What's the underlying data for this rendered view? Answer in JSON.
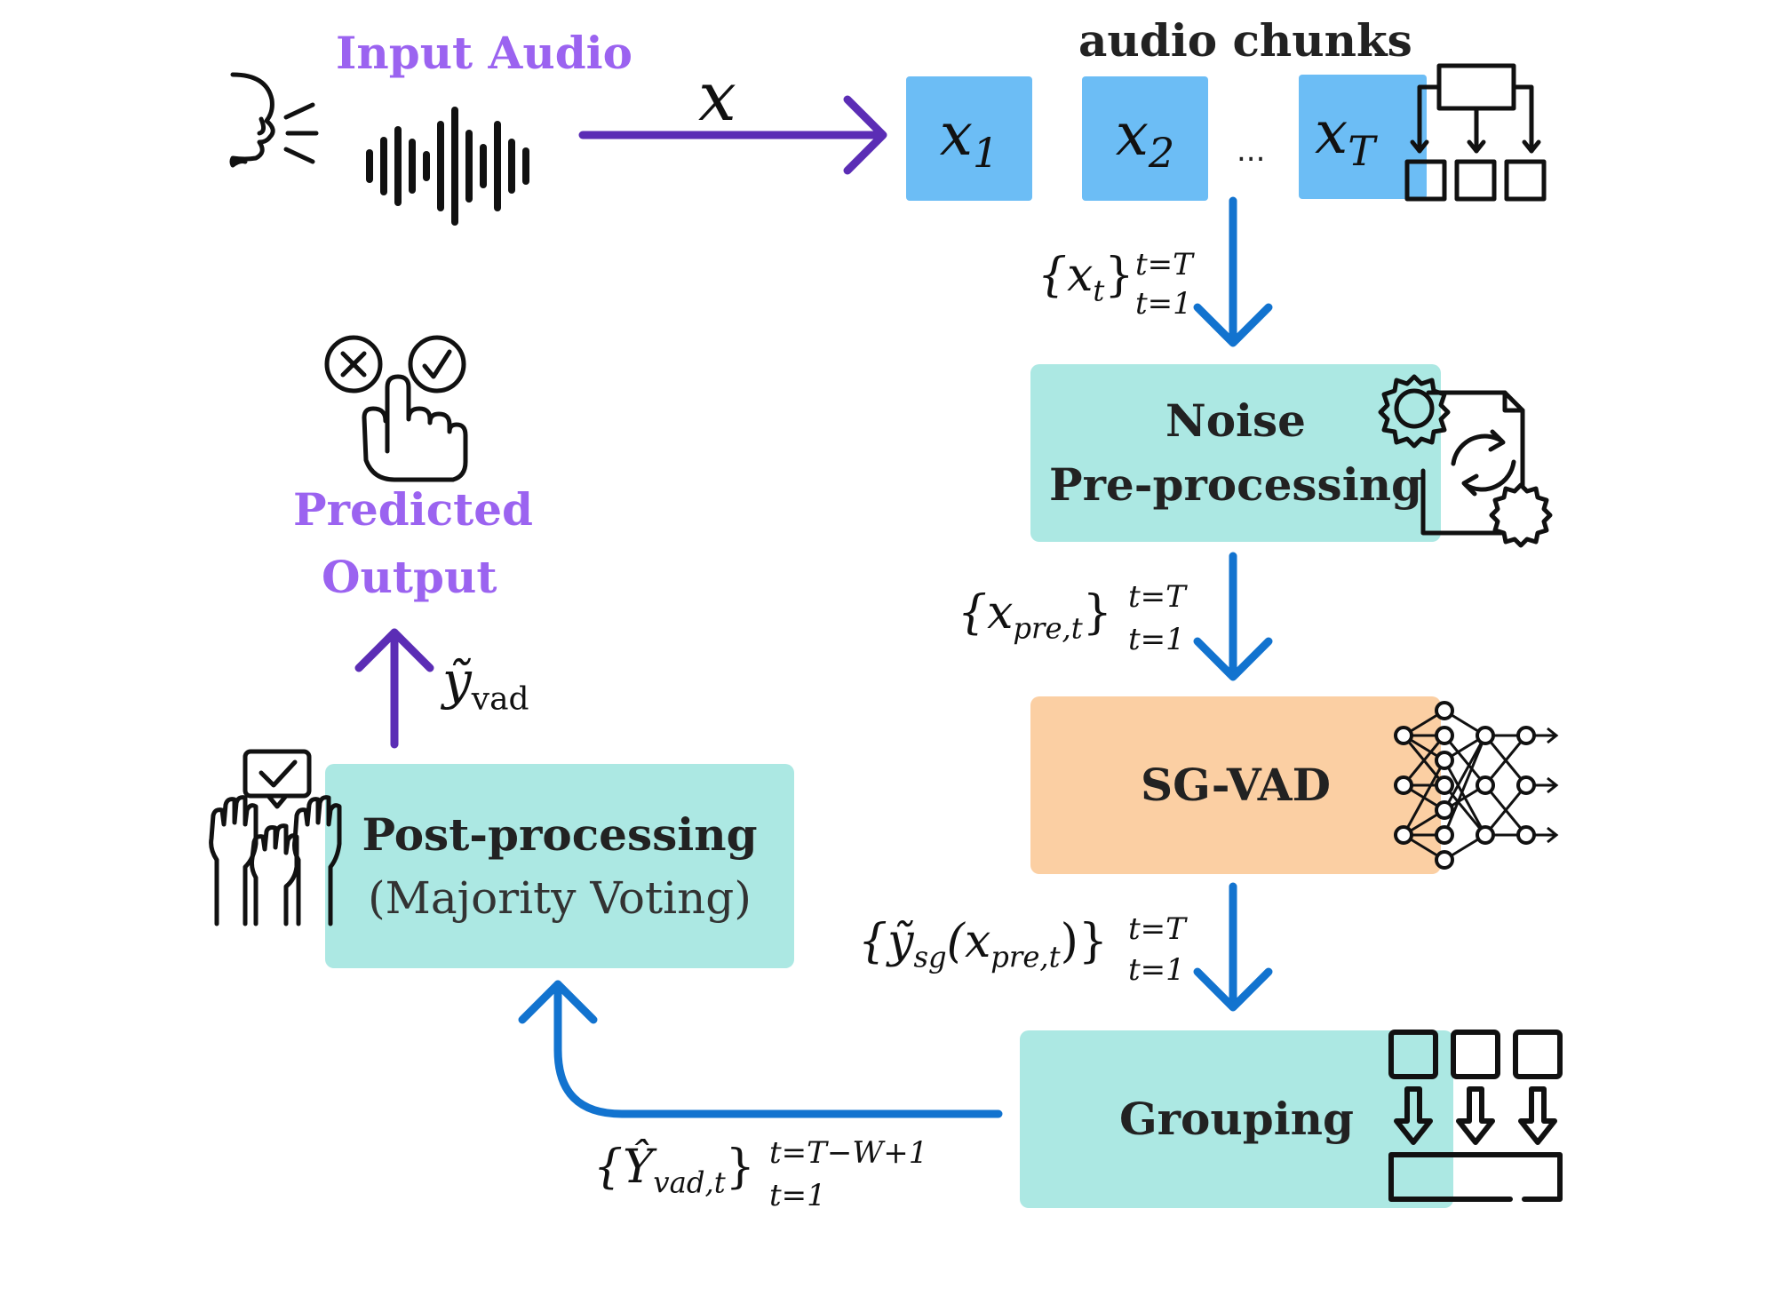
{
  "labels": {
    "input_audio": "Input Audio",
    "audio_chunks": "audio chunks",
    "x_signal": "x",
    "ellipsis": "...",
    "predicted_line1": "Predicted",
    "predicted_line2": "Output"
  },
  "chunks": [
    {
      "base": "x",
      "sub": "1"
    },
    {
      "base": "x",
      "sub": "2"
    },
    {
      "base": "x",
      "sub": "T"
    }
  ],
  "boxes": {
    "noise": {
      "line1": "Noise",
      "line2": "Pre-processing"
    },
    "sgvad": {
      "label": "SG-VAD"
    },
    "grouping": {
      "label": "Grouping"
    },
    "post": {
      "line1": "Post-processing",
      "line2": "(Majority Voting)"
    }
  },
  "edge_labels": {
    "chunks_to_noise": {
      "base": "{x",
      "sub": "t",
      "close": "}",
      "sup": "t=T",
      "subr": "t=1"
    },
    "noise_to_sgvad": {
      "base": "{x",
      "sub": "pre,t",
      "close": "}",
      "sup": "t=T",
      "subr": "t=1"
    },
    "sgvad_to_grouping": {
      "base": "{ỹ",
      "sub": "sg",
      "mid": "(x",
      "sub2": "pre,t",
      "close": ")}",
      "sup": "t=T",
      "subr": "t=1"
    },
    "grouping_to_post": {
      "base": "{Ŷ",
      "sub": "vad,t",
      "close": "}",
      "sup": "t=T−W+1",
      "subr": "t=1"
    },
    "post_to_output": {
      "base": "ỹ",
      "sub": "vad"
    }
  },
  "colors": {
    "purple": "#5b2db5",
    "blue": "#1273cf",
    "chunk_blue": "#6cbdf5",
    "teal": "#ace8e3",
    "orange": "#fbcfa3",
    "label_purple": "#9b63f0"
  },
  "icons": [
    "speaking-head-icon",
    "waveform-icon",
    "hierarchy-icon",
    "decision-hand-icon",
    "settings-refresh-icon",
    "neural-network-icon",
    "voting-hands-icon",
    "grouping-icon"
  ]
}
